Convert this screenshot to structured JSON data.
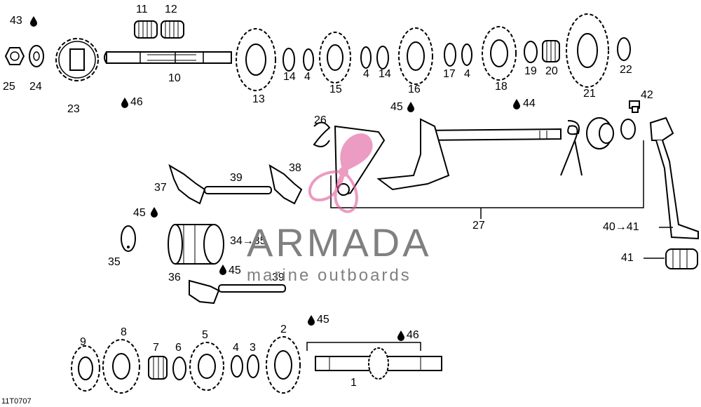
{
  "figure_id": "11T0707",
  "watermark": {
    "title": "ARMADA",
    "subtitle": "marine outboards",
    "logo_color": "#e05a9a"
  },
  "callouts": {
    "c43": "43",
    "c25": "25",
    "c24": "24",
    "c23": "23",
    "c46a": "46",
    "c11": "11",
    "c12": "12",
    "c10": "10",
    "c13": "13",
    "c14a": "14",
    "c4a": "4",
    "c15": "15",
    "c4b": "4",
    "c14b": "14",
    "c16": "16",
    "c17": "17",
    "c4c": "4",
    "c18": "18",
    "c19": "19",
    "c20": "20",
    "c21": "21",
    "c22": "22",
    "c42": "42",
    "c45a": "45",
    "c44": "44",
    "c26": "26",
    "c37": "37",
    "c39a": "39",
    "c38": "38",
    "c27": "27",
    "c45b": "45",
    "c34": "34",
    "c35a": "35",
    "c35b": "35",
    "c45c": "45",
    "c36": "36",
    "c39b": "39",
    "c40": "40",
    "c41a": "41",
    "c41b": "41",
    "c9": "9",
    "c8": "8",
    "c7": "7",
    "c6": "6",
    "c5": "5",
    "c4d": "4",
    "c3": "3",
    "c2": "2",
    "c45d": "45",
    "c46b": "46",
    "c1": "1"
  },
  "arrow_glyph": "→",
  "drop_glyph": "💧"
}
